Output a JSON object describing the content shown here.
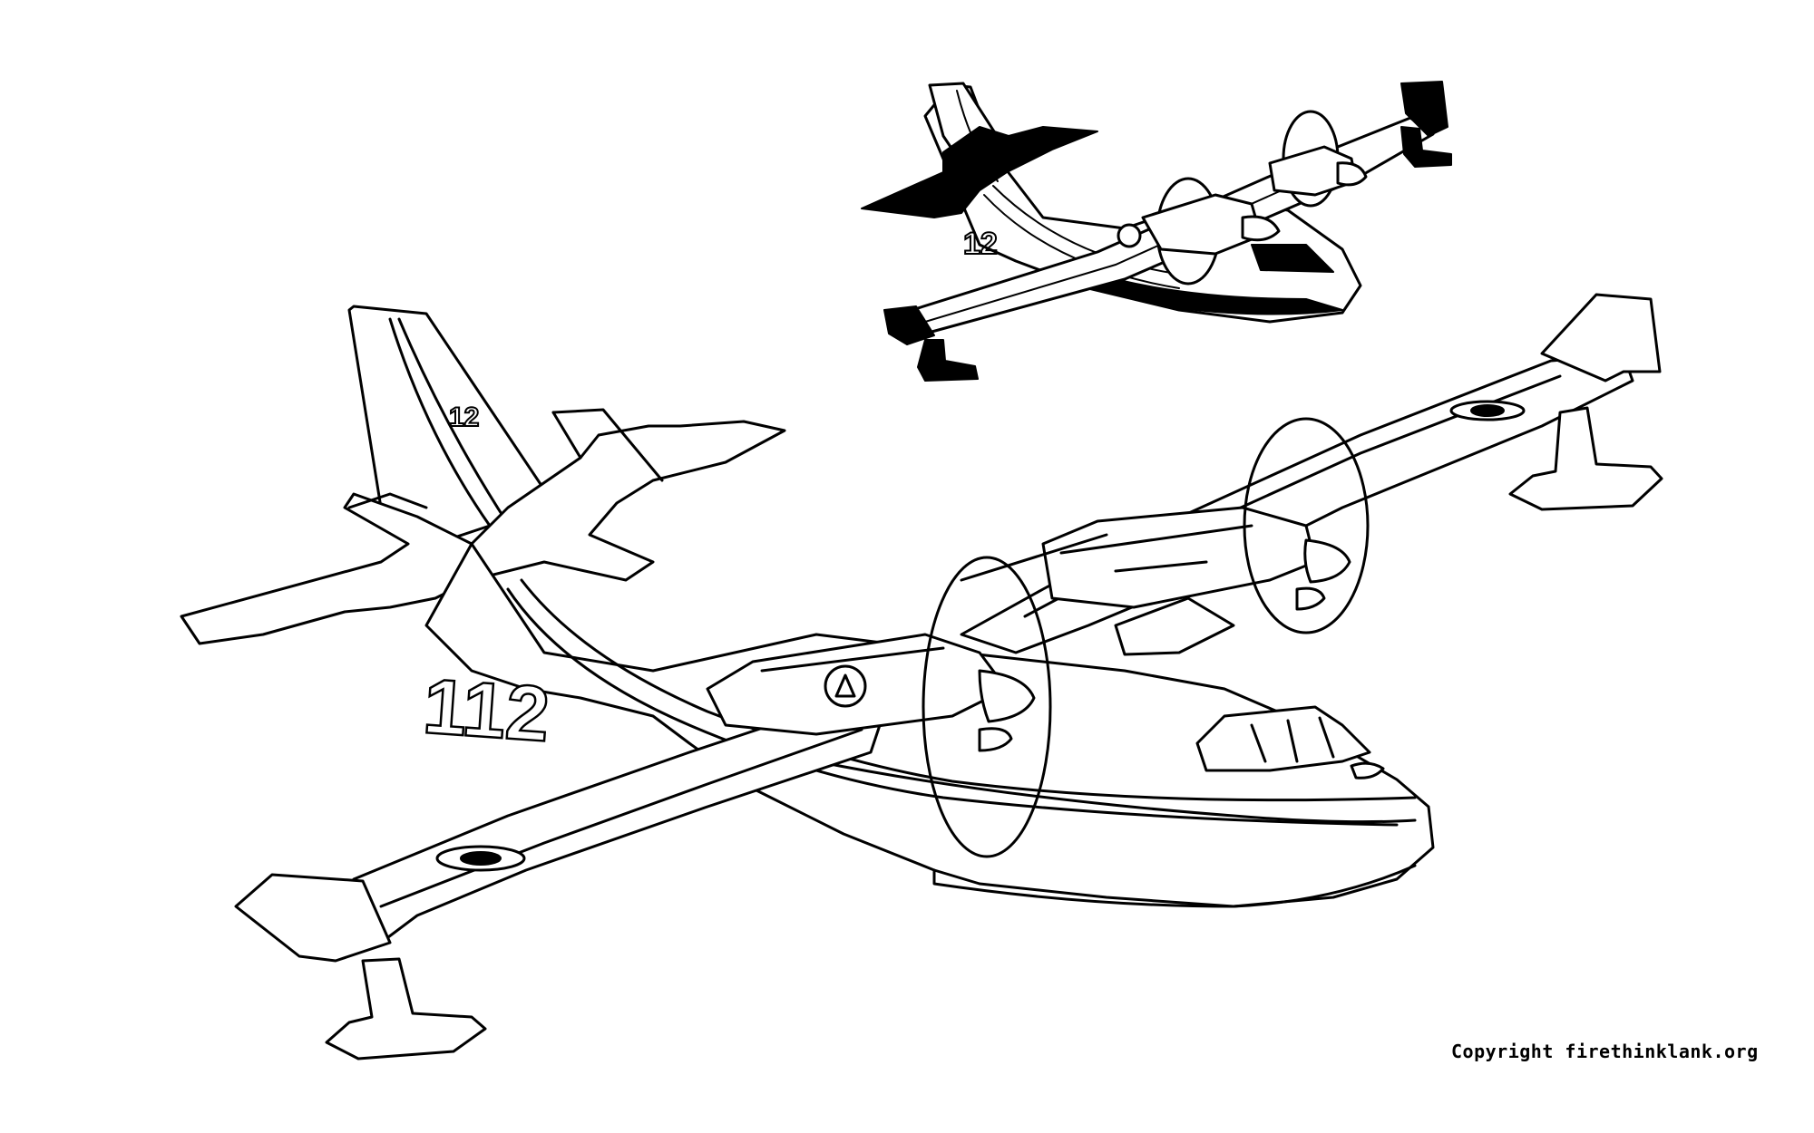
{
  "illustration": {
    "large_plane": {
      "tail_number": "112",
      "tail_mark": "12"
    },
    "small_plane": {
      "tail_mark": "12"
    }
  },
  "colors": {
    "line": "#000000",
    "background": "#ffffff"
  },
  "footer": {
    "copyright": "Copyright  firethinklank.org"
  }
}
